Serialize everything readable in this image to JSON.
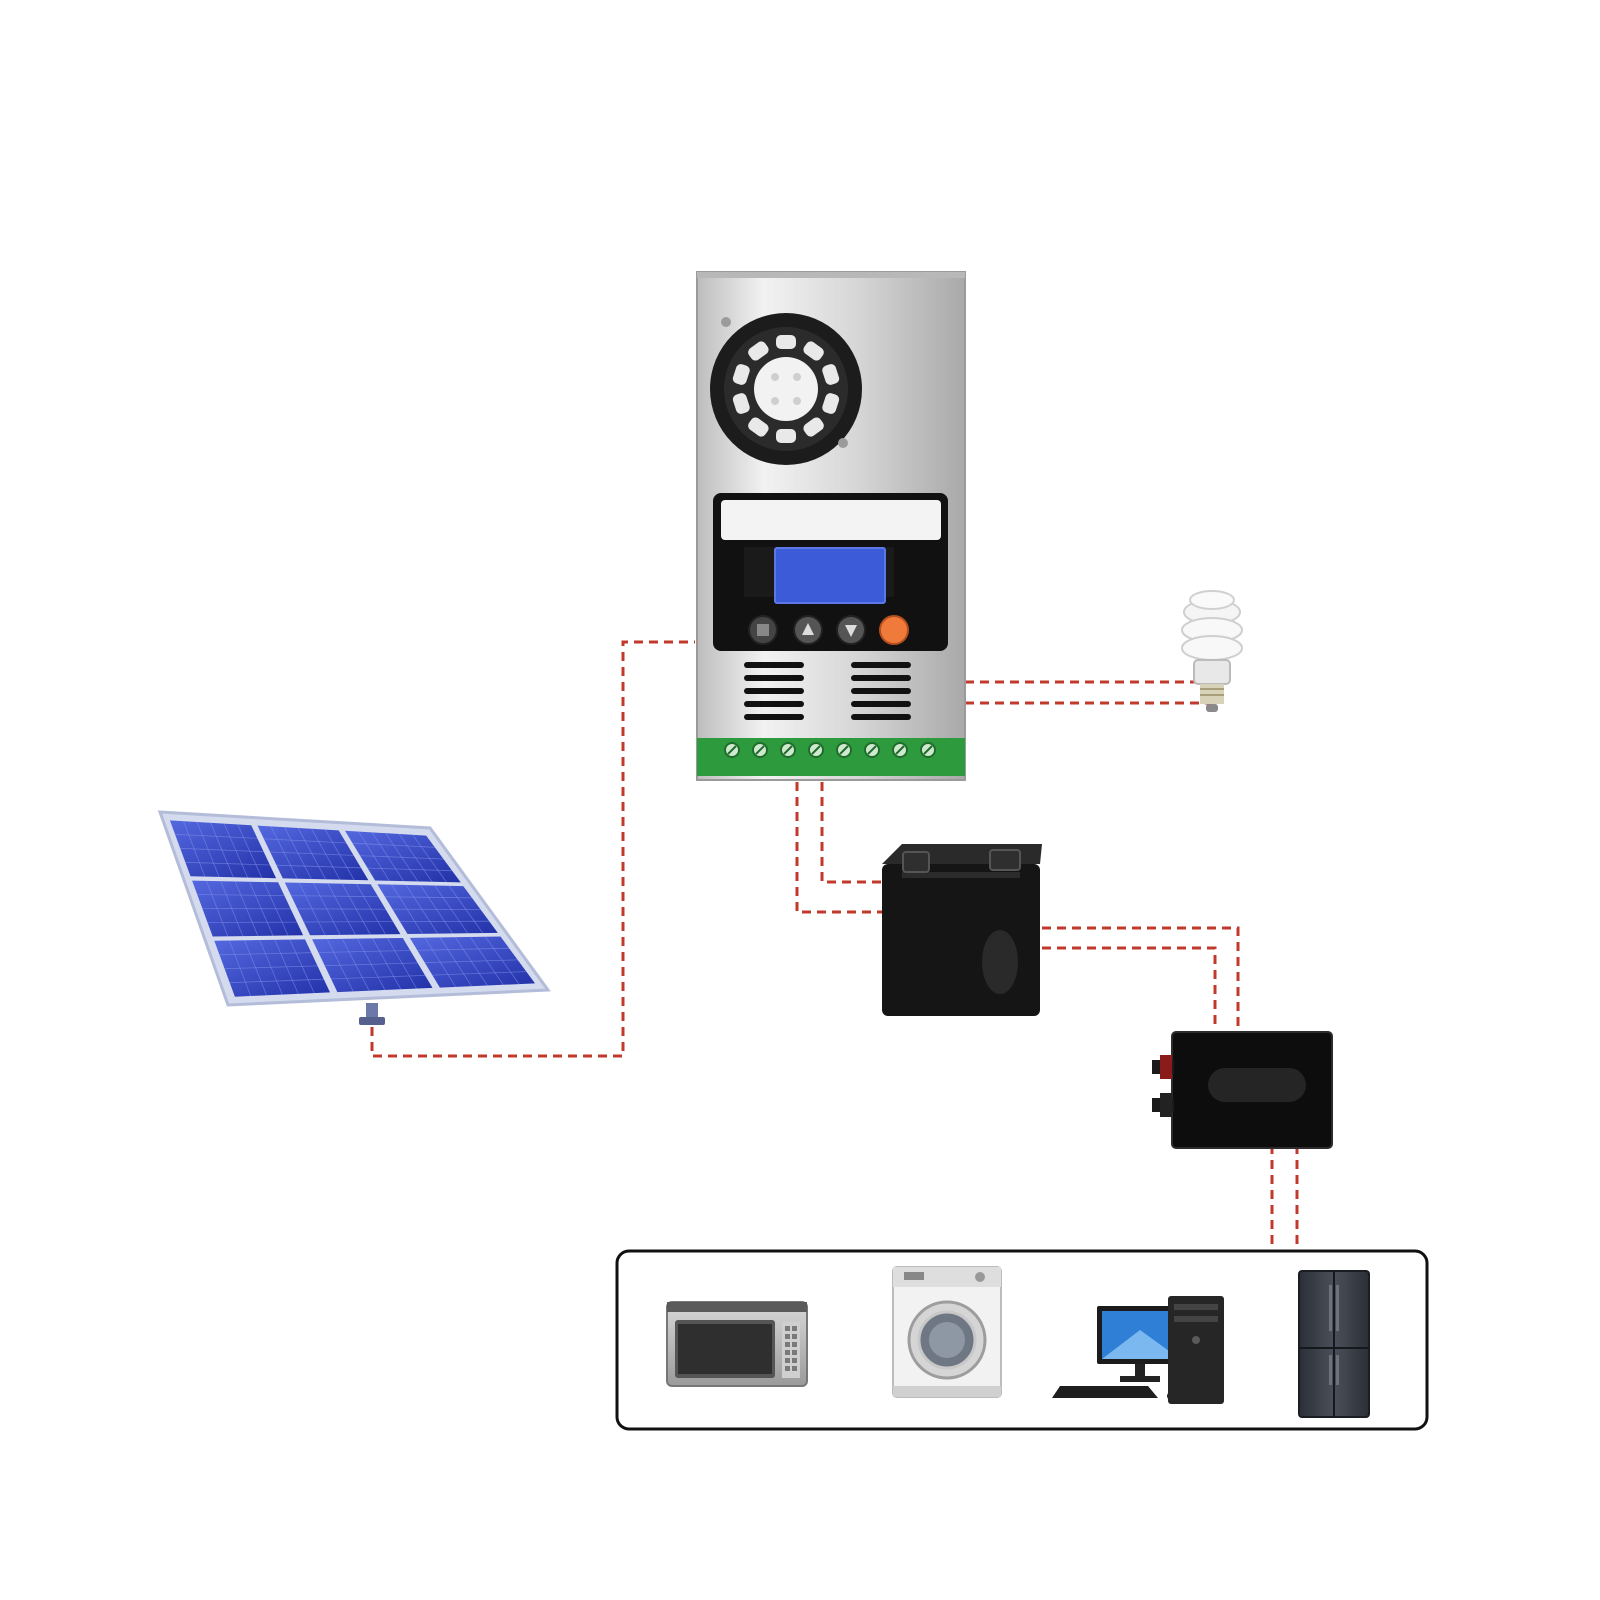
{
  "colors": {
    "wire": "#c0392b",
    "panel_cell": "#2f43c9",
    "panel_frame": "#c8cfe6",
    "controller_body": "#d9d9d9",
    "lcd": "#3b5bd9",
    "terminal_strip": "#2e9a3e",
    "enter_button": "#f07a3a",
    "battery": "#151515",
    "inverter": "#0d0d0d"
  },
  "icons": {
    "solar_panel": "solar-panel-icon",
    "controller": "charge-controller-icon",
    "bulb": "light-bulb-icon",
    "battery": "battery-icon",
    "inverter": "inverter-icon",
    "microwave": "microwave-icon",
    "washer": "washing-machine-icon",
    "computer": "desktop-computer-icon",
    "fridge": "refrigerator-icon"
  },
  "controller": {
    "buttons": [
      "esc",
      "up",
      "down",
      "enter"
    ]
  }
}
